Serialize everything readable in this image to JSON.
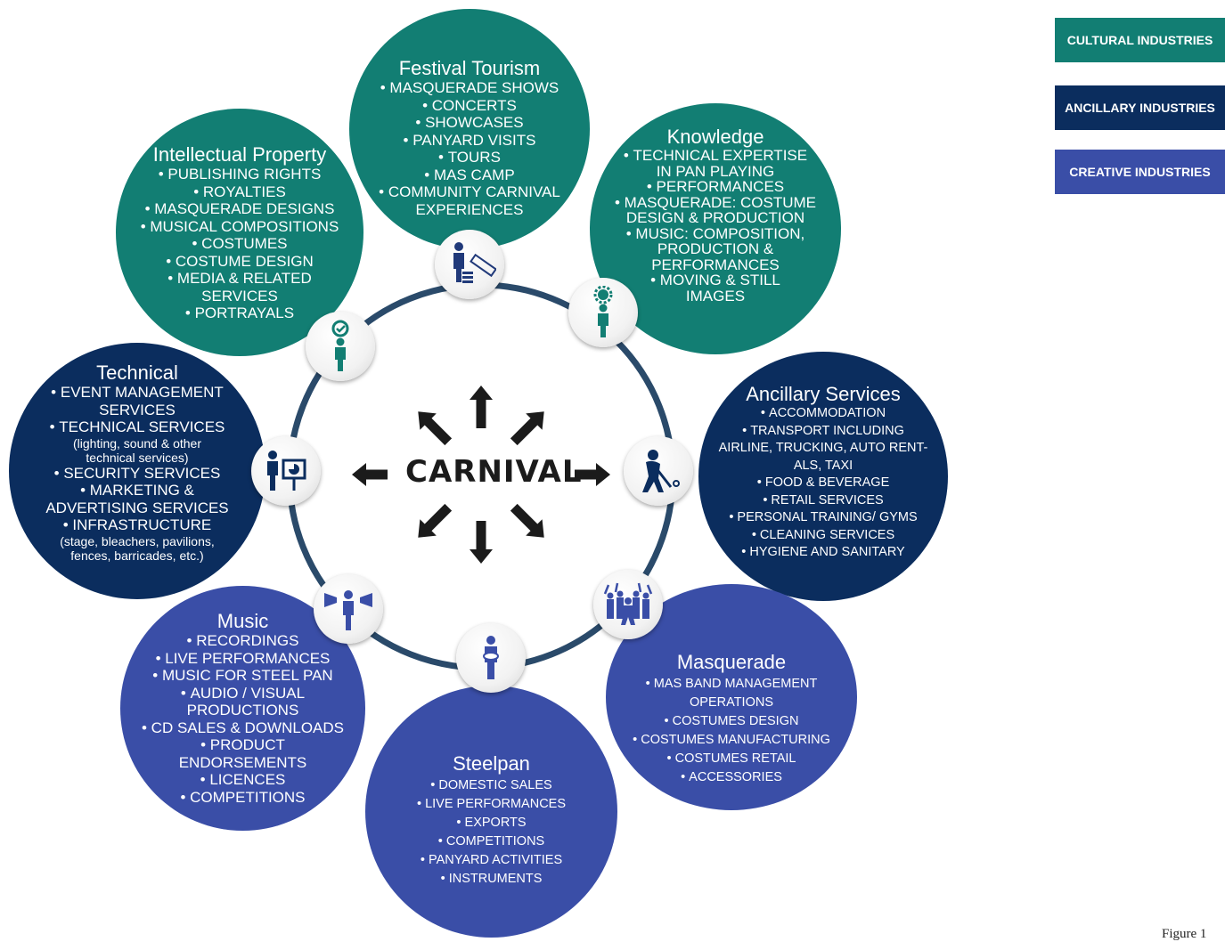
{
  "center_label": "CARNIVAL",
  "legend": [
    {
      "label": "CULTURAL INDUSTRIES",
      "color": "#127e73"
    },
    {
      "label": "ANCILLARY INDUSTRIES",
      "color": "#0b2d5e"
    },
    {
      "label": "CREATIVE INDUSTRIES",
      "color": "#3a4ea7"
    }
  ],
  "bubbles": {
    "festival_tourism": {
      "title": "Festival Tourism",
      "items": [
        "MASQUERADE SHOWS",
        "CONCERTS",
        "SHOWCASES",
        "PANYARD VISITS",
        "TOURS",
        "MAS CAMP",
        "COMMUNITY CARNIVAL",
        "EXPERIENCES"
      ]
    },
    "intellectual_property": {
      "title": "Intellectual Property",
      "items": [
        "PUBLISHING RIGHTS",
        "ROYALTIES",
        "MASQUERADE DESIGNS",
        "MUSICAL COMPOSITIONS",
        "COSTUMES",
        "COSTUME DESIGN",
        "MEDIA & RELATED",
        "SERVICES",
        "PORTRAYALS"
      ]
    },
    "knowledge": {
      "title": "Knowledge",
      "items": [
        "TECHNICAL EXPERTISE",
        "IN PAN PLAYING",
        "PERFORMANCES",
        "MASQUERADE: COSTUME",
        "DESIGN & PRODUCTION",
        "MUSIC: COMPOSITION,",
        "PRODUCTION &",
        "PERFORMANCES",
        "MOVING & STILL",
        "IMAGES"
      ]
    },
    "technical": {
      "title": "Technical",
      "items": [
        "EVENT MANAGEMENT",
        "SERVICES",
        "TECHNICAL SERVICES",
        "(lighting, sound & other",
        "technical services)",
        "SECURITY SERVICES",
        "MARKETING &",
        "ADVERTISING SERVICES",
        "INFRASTRUCTURE",
        "(stage, bleachers, pavilions,",
        "fences, barricades, etc.)"
      ]
    },
    "ancillary_services": {
      "title": "Ancillary Services",
      "items": [
        "ACCOMMODATION",
        "TRANSPORT INCLUDING",
        "AIRLINE, TRUCKING, AUTO RENT-",
        "ALS, TAXI",
        "FOOD & BEVERAGE",
        "RETAIL SERVICES",
        "PERSONAL TRAINING/ GYMS",
        "CLEANING SERVICES",
        "HYGIENE AND SANITARY"
      ]
    },
    "music": {
      "title": "Music",
      "items": [
        "RECORDINGS",
        "LIVE PERFORMANCES",
        "MUSIC FOR STEEL PAN",
        "AUDIO / VISUAL",
        "PRODUCTIONS",
        "CD SALES & DOWNLOADS",
        "PRODUCT",
        "ENDORSEMENTS",
        "LICENCES",
        "COMPETITIONS"
      ]
    },
    "masquerade": {
      "title": "Masquerade",
      "items": [
        "MAS BAND MANAGEMENT",
        "OPERATIONS",
        "COSTUMES DESIGN",
        "COSTUMES MANUFACTURING",
        "COSTUMES RETAIL",
        "ACCESSORIES"
      ]
    },
    "steelpan": {
      "title": "Steelpan",
      "items": [
        "DOMESTIC SALES",
        "LIVE PERFORMANCES",
        "EXPORTS",
        "COMPETITIONS",
        "PANYARD ACTIVITIES",
        "INSTRUMENTS"
      ]
    }
  },
  "icons": {
    "festival_tourism": "businessman-money-icon",
    "intellectual_property": "checkmark-person-icon",
    "knowledge": "gear-person-icon",
    "technical": "presenter-icon",
    "ancillary_services": "cleaner-icon",
    "music": "megaphone-person-icon",
    "masquerade": "crowd-icon",
    "steelpan": "steelpan-player-icon"
  },
  "figure_label": "Figure 1"
}
